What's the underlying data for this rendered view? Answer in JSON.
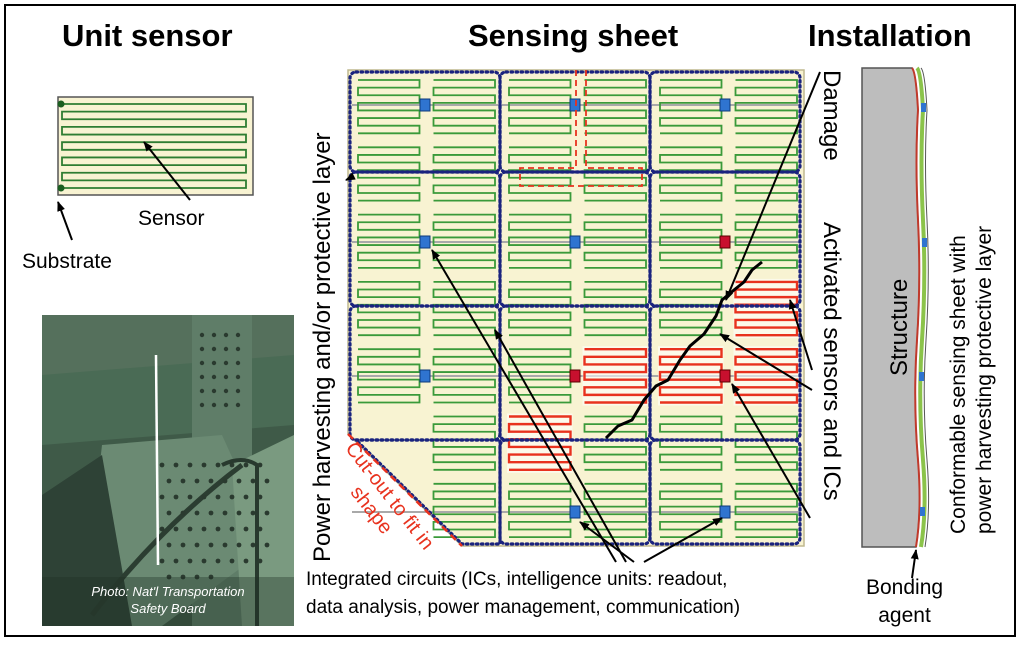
{
  "titles": {
    "unit_sensor": "Unit sensor",
    "sensing_sheet": "Sensing sheet",
    "installation": "Installation"
  },
  "unit_sensor": {
    "sensor_label": "Sensor",
    "substrate_label": "Substrate"
  },
  "photo": {
    "credit_line1": "Photo: Nat'l Transportation",
    "credit_line2": "Safety Board"
  },
  "sensing_sheet": {
    "left_vertical_label": "Power harvesting and/or protective layer",
    "cutout_line1": "Cut-out to fit in",
    "cutout_line2": "shape",
    "damage_label": "Damage",
    "activated_label": "Activated sensors and ICs",
    "ics_line1": "Integrated circuits (ICs, intelligence units: readout,",
    "ics_line2": "data analysis,  power management, communication)"
  },
  "installation": {
    "structure_label": "Structure",
    "conformable_line1": "Conformable sensing sheet with",
    "conformable_line2": "power harvesting protective layer",
    "bonding_line1": "Bonding",
    "bonding_line2": "agent"
  },
  "colors": {
    "sheet_bg": "#f8f3d2",
    "sensor_green": "#3a9a3a",
    "active_red": "#e8321e",
    "dotted_blue": "#1a237e",
    "ic_blue": "#2f74d0",
    "ic_red": "#c8102e",
    "structure_gray": "#bdbdbd"
  }
}
